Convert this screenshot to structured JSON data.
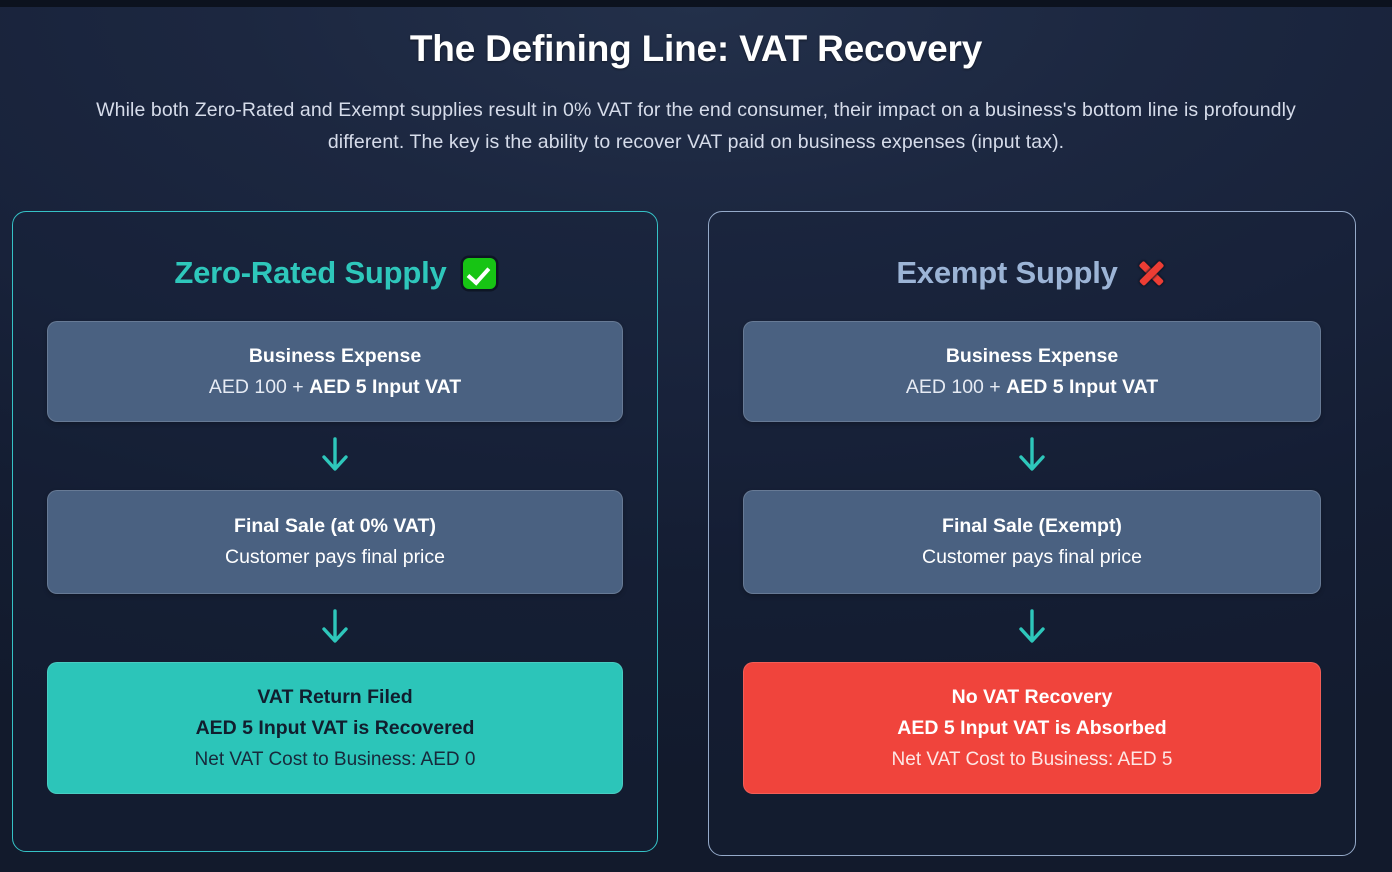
{
  "header": {
    "title": "The Defining Line: VAT Recovery",
    "subtitle": "While both Zero-Rated and Exempt supplies result in 0% VAT for the end consumer, their impact on a business's bottom line is profoundly different. The key is the ability to recover VAT paid on business expenses (input tax)."
  },
  "colors": {
    "background": "#18223a",
    "teal_accent": "#2ec7bb",
    "slate_accent": "#9cb4d6",
    "neutral_card": "#4a6181",
    "success_card": "#2cc5b9",
    "danger_card": "#f0443c",
    "check_badge": "#17c414",
    "cross_badge": "#ec3d34"
  },
  "panels": [
    {
      "id": "zero-rated",
      "heading": "Zero-Rated Supply",
      "badge_icon": "check-mark-button-icon",
      "steps": [
        {
          "id": "business-expense",
          "line1": "Business Expense",
          "line2_plain": "AED 100 + ",
          "line2_bold": "AED 5 Input VAT"
        },
        {
          "id": "final-sale",
          "line1": "Final Sale (at 0% VAT)",
          "line2": "Customer pays final price"
        },
        {
          "id": "vat-outcome",
          "line1": "VAT Return Filed",
          "line2": "AED 5 Input VAT is Recovered",
          "line3": "Net VAT Cost to Business: AED 0"
        }
      ],
      "arrow_icon": "arrow-down-icon"
    },
    {
      "id": "exempt",
      "heading": "Exempt Supply",
      "badge_icon": "cross-mark-icon",
      "steps": [
        {
          "id": "business-expense",
          "line1": "Business Expense",
          "line2_plain": "AED 100 + ",
          "line2_bold": "AED 5 Input VAT"
        },
        {
          "id": "final-sale",
          "line1": "Final Sale (Exempt)",
          "line2": "Customer pays final price"
        },
        {
          "id": "vat-outcome",
          "line1": "No VAT Recovery",
          "line2": "AED 5 Input VAT is Absorbed",
          "line3": "Net VAT Cost to Business: AED 5"
        }
      ],
      "arrow_icon": "arrow-down-icon"
    }
  ]
}
